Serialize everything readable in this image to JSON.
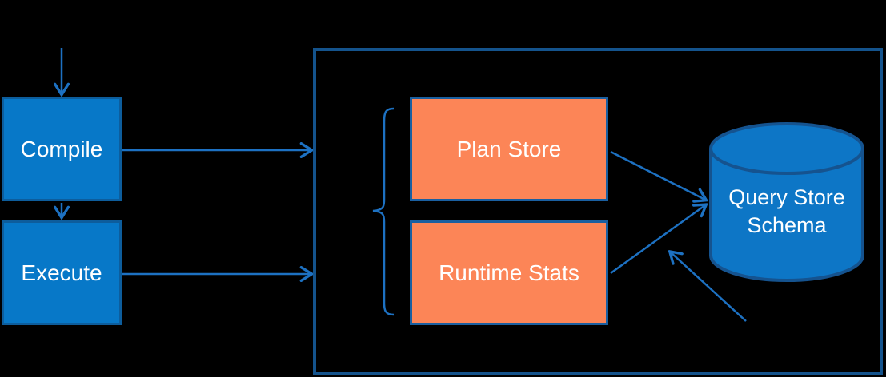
{
  "diagram": {
    "nodes": {
      "compile": {
        "label": "Compile",
        "shape": "rectangle",
        "role": "process"
      },
      "execute": {
        "label": "Execute",
        "shape": "rectangle",
        "role": "process"
      },
      "plan_store": {
        "label": "Plan Store",
        "shape": "rectangle",
        "role": "store"
      },
      "runtime_stats": {
        "label": "Runtime Stats",
        "shape": "rectangle",
        "role": "store"
      },
      "query_store_schema": {
        "label": "Query Store Schema",
        "shape": "database-cylinder"
      },
      "query_store_container": {
        "label": "",
        "shape": "container-rectangle"
      }
    },
    "connections": [
      {
        "from": "external-top",
        "to": "compile",
        "type": "arrow"
      },
      {
        "from": "compile",
        "to": "execute",
        "type": "arrow"
      },
      {
        "from": "compile",
        "to": "query_store_container",
        "type": "arrow"
      },
      {
        "from": "execute",
        "to": "query_store_container",
        "type": "arrow"
      },
      {
        "from": "plan_store",
        "to": "query_store_schema",
        "type": "arrow"
      },
      {
        "from": "runtime_stats",
        "to": "query_store_schema",
        "type": "arrow"
      },
      {
        "from": "bottom-area",
        "to": "query_store_schema",
        "type": "arrow"
      },
      {
        "group": [
          "plan_store",
          "runtime_stats"
        ],
        "type": "brace"
      }
    ],
    "colors": {
      "background": "#000000",
      "process_fill": "#0778C8",
      "process_border": "#0D5D9C",
      "store_fill": "#FC8557",
      "store_border": "#1A5FA0",
      "container_border": "#14538C",
      "connector": "#1D71C2",
      "cylinder_fill": "#0D76C6",
      "cylinder_border": "#15538F",
      "label_text": "#FFFFFF"
    }
  }
}
